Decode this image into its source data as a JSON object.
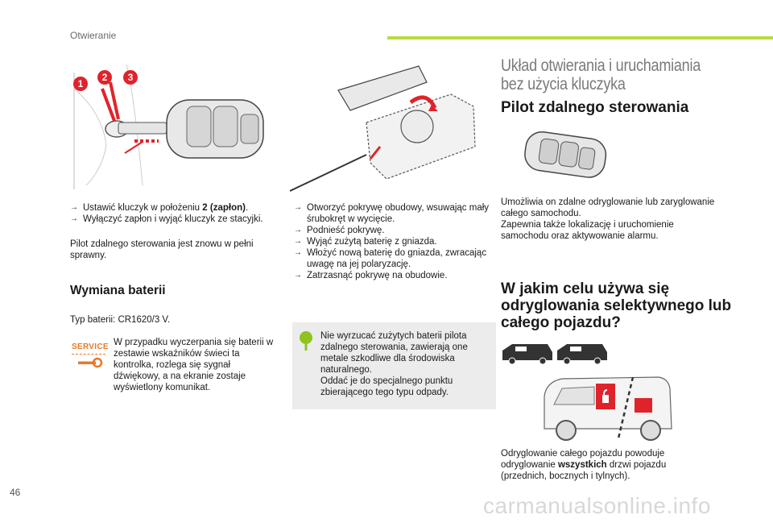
{
  "header": {
    "section": "Otwieranie"
  },
  "left": {
    "bullets": [
      {
        "pre": "Ustawić kluczyk w położeniu ",
        "bold": "2 (zapłon)",
        "post": "."
      },
      {
        "pre": "Wyłączyć zapłon i wyjąć kluczyk ze stacyjki.",
        "bold": "",
        "post": ""
      }
    ],
    "para": "Pilot zdalnego sterowania jest znowu w pełni sprawny.",
    "battery_heading": "Wymiana baterii",
    "battery_type": "Typ baterii: CR1620/3 V.",
    "service_label": "SERVICE",
    "service_text": "W przypadku wyczerpania się baterii w zestawie wskaźników świeci ta kontrolka, rozlega się sygnał dźwiękowy, a na ekranie zostaje wyświetlony komunikat."
  },
  "middle": {
    "bullets": [
      "Otworzyć pokrywę obudowy, wsuwając mały śrubokręt w wycięcie.",
      "Podnieść pokrywę.",
      "Wyjąć zużytą baterię z gniazda.",
      "Włożyć nową baterię do gniazda, zwracając uwagę na jej polaryzację.",
      "Zatrzasnąć pokrywę na obudowie."
    ],
    "note": "Nie wyrzucać zużytych baterii pilota zdalnego sterowania, zawierają one metale szkodliwe dla środowiska naturalnego.\nOddać je do specjalnego punktu zbierającego tego typu odpady."
  },
  "right": {
    "title_line1": "Układ otwierania i uruchamiania",
    "title_line2": "bez użycia kluczyka",
    "remote_heading": "Pilot zdalnego sterowania",
    "remote_desc1": "Umożliwia on zdalne odryglowanie lub zaryglowanie całego samochodu.",
    "remote_desc2": "Zapewnia także lokalizację i uruchomienie samochodu oraz aktywowanie alarmu.",
    "why_heading": "W jakim celu używa się odryglowania selektywnego lub całego pojazdu?",
    "bottom": {
      "pre": "Odryglowanie całego pojazdu powoduje odryglowanie ",
      "bold": "wszystkich",
      "post": " drzwi pojazdu (przednich, bocznych i tylnych)."
    }
  },
  "figure_numbers": [
    "1",
    "2",
    "3"
  ],
  "page_number": "46",
  "watermark": "carmanualsonline.info",
  "colors": {
    "accent": "#b7dc3f",
    "red": "#e0232b",
    "service_orange": "#e8782a"
  }
}
